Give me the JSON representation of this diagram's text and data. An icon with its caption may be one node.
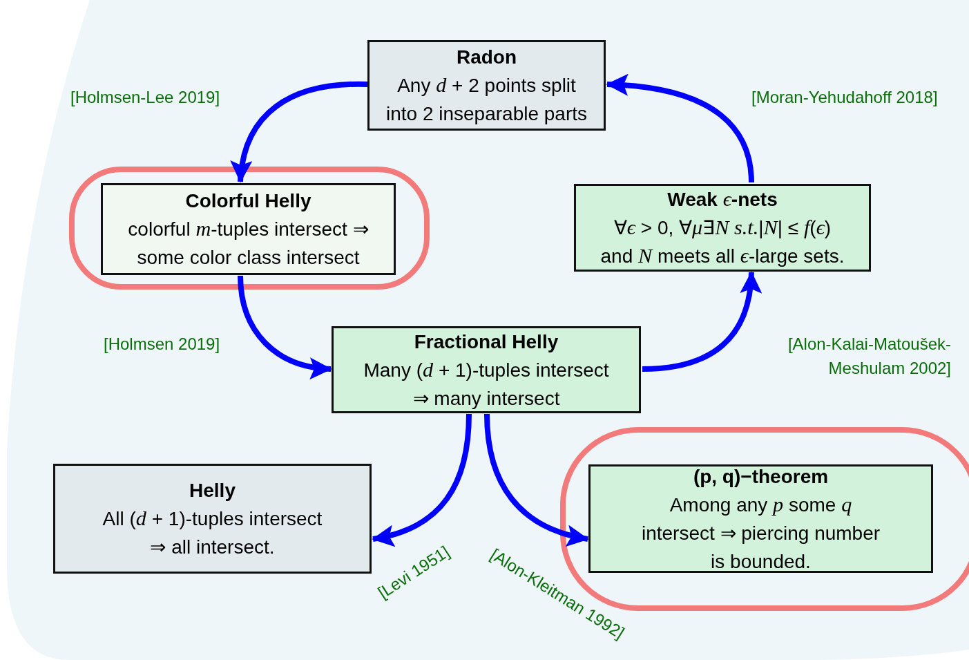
{
  "diagram": {
    "nodes": [
      {
        "text": [
          "Radon",
          "Any *d* + 2 points split into 2 inseparable parts"
        ]
      },
      {
        "text": [
          "Colorful Helly",
          "colorful *m*-tuples intersect ⇒ some color class intersect"
        ]
      },
      {
        "text": [
          "Weak *ϵ*-nets",
          "∀*ϵ* > 0, ∀*μ*∃*N s.t.*|*N*| ≤ *f*(*ϵ*) and *N* meets all *ϵ*-large sets."
        ]
      },
      {
        "text": [
          "Fractional Helly",
          "Many (*d* + 1)-tuples intersect ⇒ many intersect"
        ]
      },
      {
        "text": [
          "Helly",
          "All (*d* + 1)-tuples intersect ⇒ all intersect."
        ]
      },
      {
        "text": [
          "(p, q)−theorem",
          "Among any *p* some *q* intersect ⇒ piercing number is bounded."
        ]
      }
    ],
    "edges": [
      {
        "from": 0,
        "to": 1,
        "arrow": "to",
        "label": "[Holmsen-Lee 2019]"
      },
      {
        "from": 1,
        "to": 3,
        "arrow": "to",
        "label": "[Holmsen 2019]"
      },
      {
        "from": 3,
        "to": 2,
        "arrow": "to",
        "label": "[Alon-Kalai-Matoušek-Meshulam 2002]"
      },
      {
        "from": 2,
        "to": 0,
        "arrow": "to",
        "label": "[Moran-Yehudahoff 2018]"
      },
      {
        "from": 3,
        "to": 4,
        "arrow": "to",
        "label": "[Levi 1951]"
      },
      {
        "from": 3,
        "to": 5,
        "arrow": "to",
        "label": "[Alon-Kleitman 1992]"
      }
    ]
  }
}
